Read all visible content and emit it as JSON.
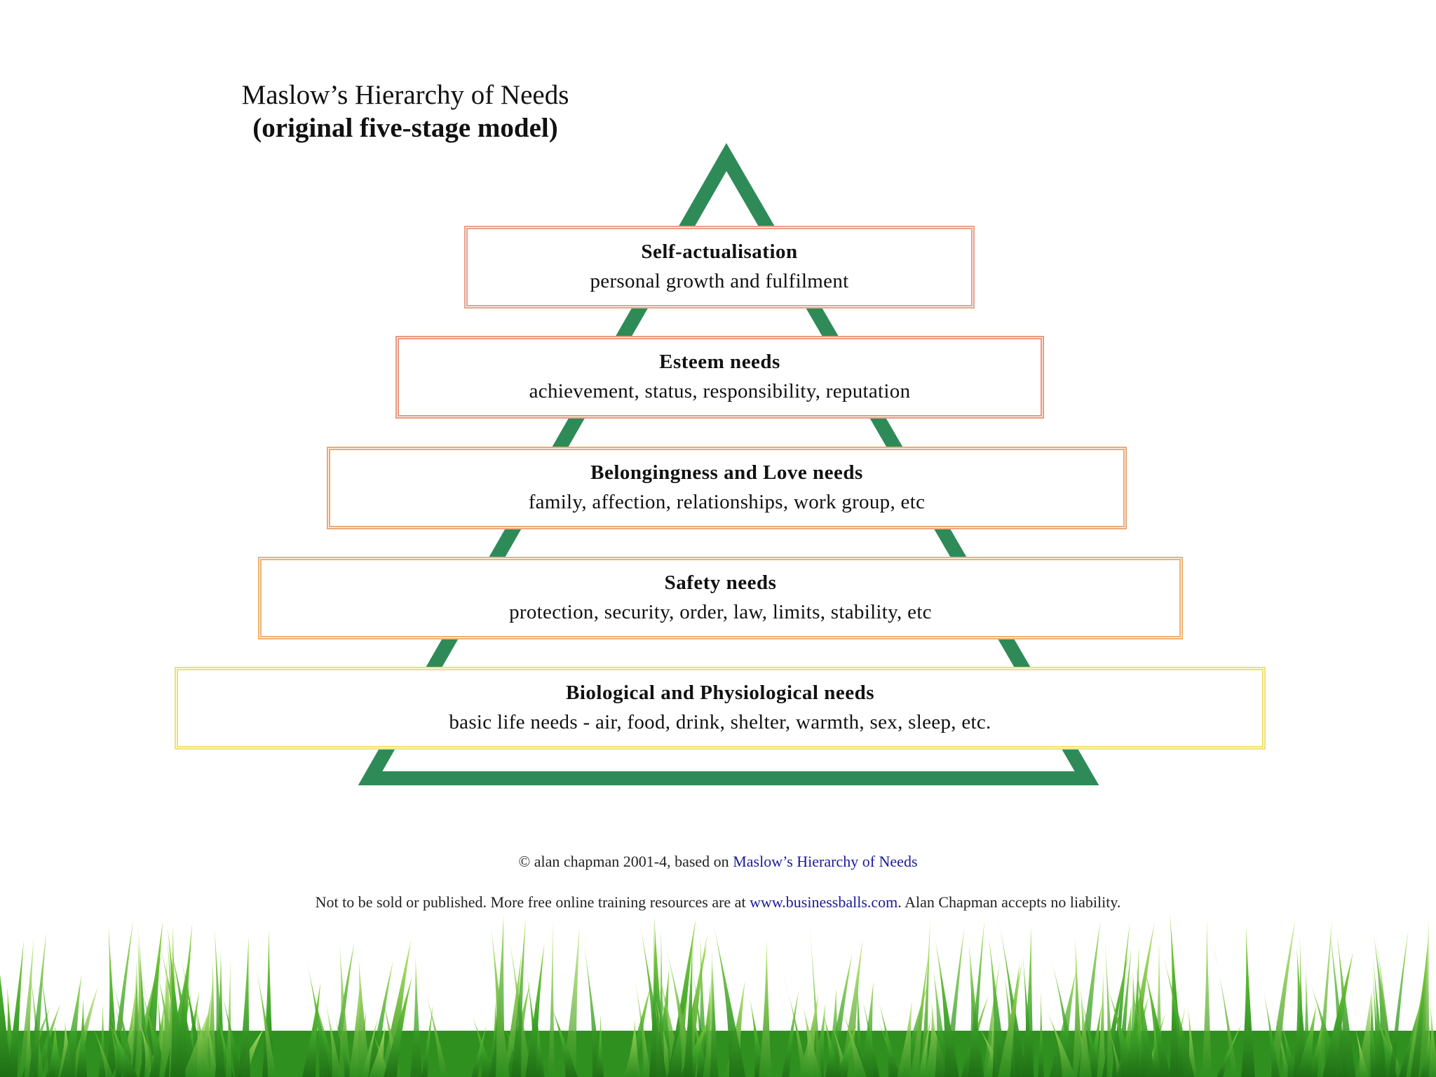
{
  "title": {
    "line1": "Maslow’s Hierarchy of Needs",
    "line2": "(original five-stage model)"
  },
  "tiers": [
    {
      "title": "Self-actualisation",
      "desc": "personal growth and fulfilment",
      "color": "#e8a090"
    },
    {
      "title": "Esteem needs",
      "desc": "achievement, status, responsibility, reputation",
      "color": "#e89880"
    },
    {
      "title": "Belongingness and Love needs",
      "desc": "family, affection, relationships, work group, etc",
      "color": "#eba878"
    },
    {
      "title": "Safety needs",
      "desc": "protection, security, order, law, limits, stability, etc",
      "color": "#efb070"
    },
    {
      "title": "Biological and Physiological needs",
      "desc": "basic life needs - air, food, drink, shelter, warmth, sex, sleep, etc.",
      "color": "#f2df70"
    }
  ],
  "footer": {
    "copyright": "© alan chapman 2001-4, based on ",
    "copyright_link": "Maslow’s Hierarchy of Needs",
    "disclaimer_pre": "Not to be sold or published.  More free online training resources are at ",
    "disclaimer_link": "www.businessballs.com",
    "disclaimer_post": ".  Alan Chapman accepts no liability."
  },
  "colors": {
    "pyramid": "#2e8b57",
    "link": "#1a1a9a",
    "grass": "#3fa52a"
  }
}
